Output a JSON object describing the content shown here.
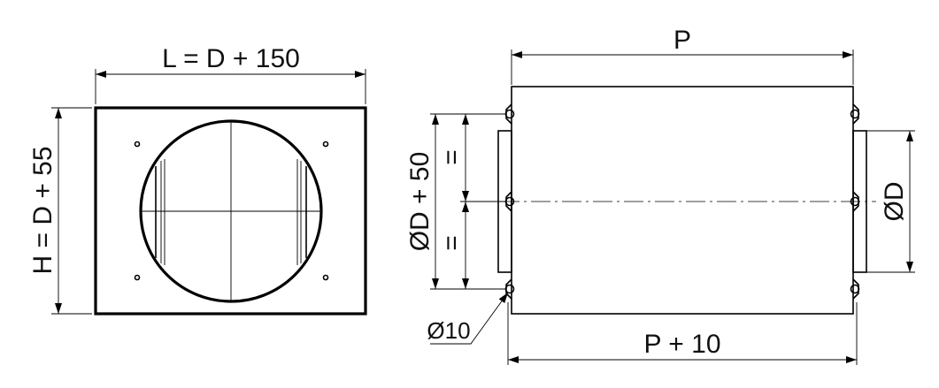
{
  "front_view": {
    "width_label": "L = D + 150",
    "height_label": "H = D + 55"
  },
  "side_view": {
    "length_label": "P",
    "length_total_label": "P + 10",
    "duct_diameter_label": "ØD",
    "spacing_label": "ØD + 50",
    "equal_mark_top": "=",
    "equal_mark_bottom": "=",
    "hole_label": "Ø10"
  }
}
